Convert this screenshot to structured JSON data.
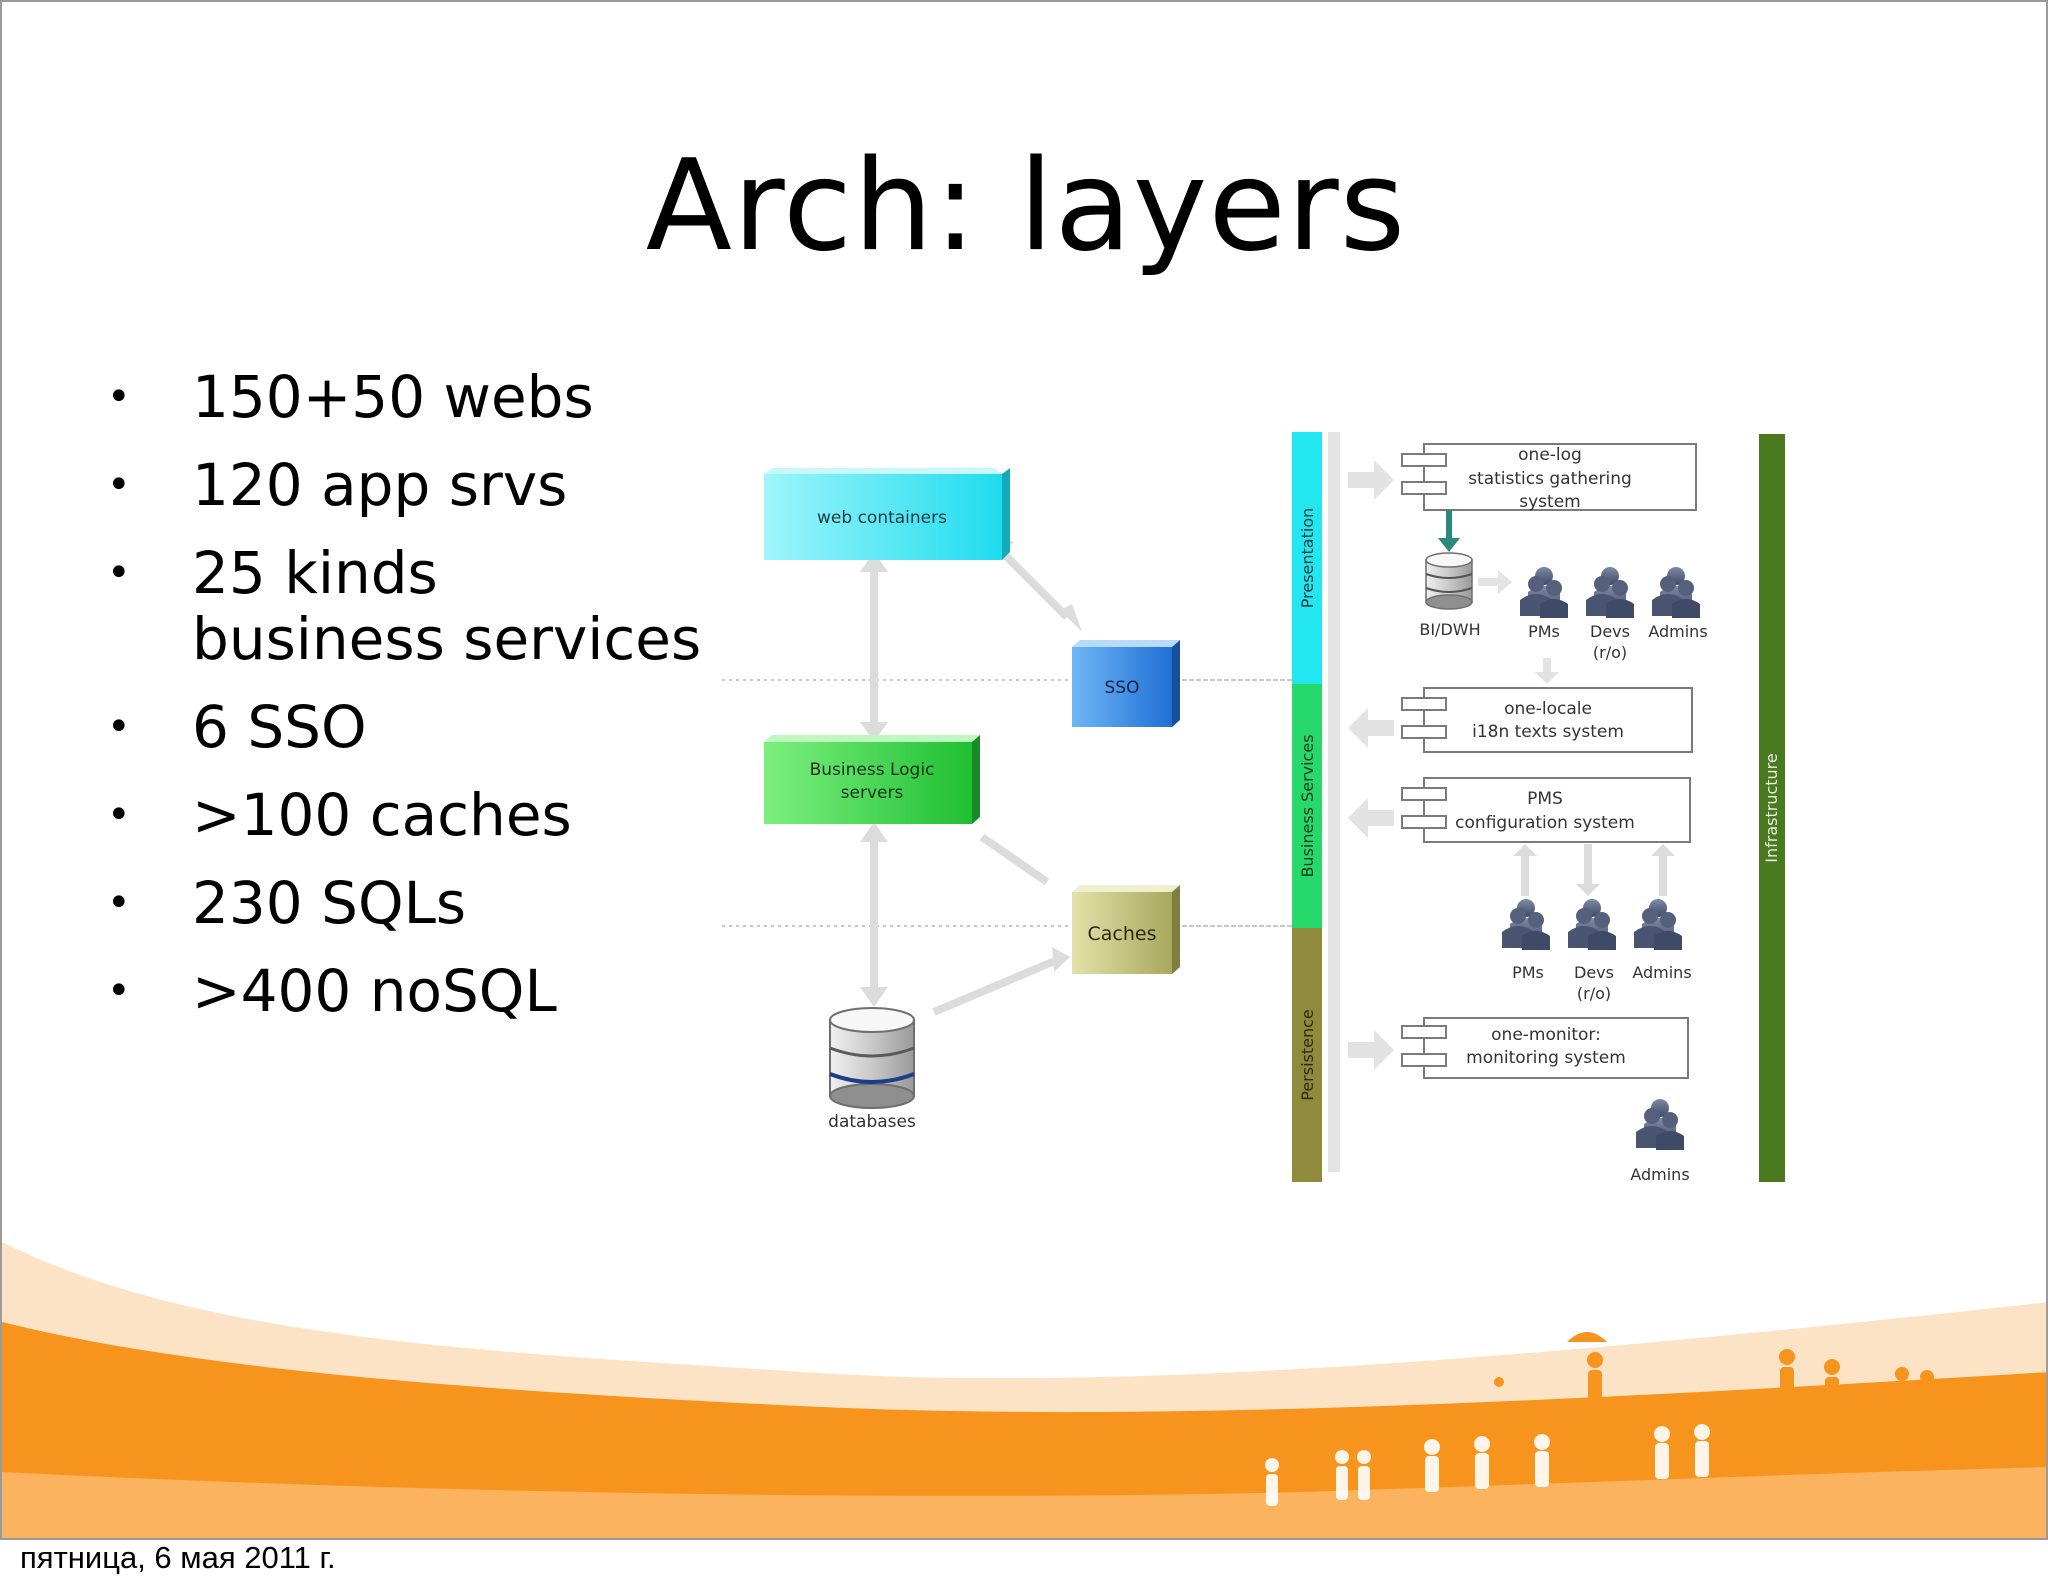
{
  "slide": {
    "title": "Arch: layers",
    "bullets": [
      "150+50 webs",
      "120 app srvs",
      "25 kinds\nbusiness services",
      "6 SSO",
      ">100 caches",
      "230 SQLs",
      ">400 noSQL"
    ],
    "bullet_char": "•"
  },
  "diagram": {
    "left": {
      "web_containers": "web containers",
      "sso": "SSO",
      "business_logic_1": "Business Logic",
      "business_logic_2": "servers",
      "caches": "Caches",
      "databases": "databases"
    },
    "layers": {
      "presentation": "Presentation",
      "business_services": "Business Services",
      "persistence": "Persistence",
      "infrastructure": "Infrastructure"
    },
    "systems": {
      "one_log_1": "one-log",
      "one_log_2": "statistics gathering",
      "one_log_3": "system",
      "bi_dwh": "BI/DWH",
      "pms_users": "PMs",
      "devs": "Devs",
      "devs_ro": "(r/o)",
      "admins": "Admins",
      "one_locale_1": "one-locale",
      "one_locale_2": "i18n texts system",
      "pms_1": "PMS",
      "pms_2": "configuration system",
      "one_monitor_1": "one-monitor:",
      "one_monitor_2": "monitoring system"
    },
    "colors": {
      "presentation": "#22e6f0",
      "business_services": "#27d86a",
      "persistence": "#8f8a3c",
      "infrastructure": "#4a7a1f",
      "web_containers": "#3fe3f2",
      "sso": "#2f7fdd",
      "business_logic": "#2dcf3f",
      "caches": "#b5b56a"
    }
  },
  "footer": {
    "date": "пятница, 6 мая 2011 г.",
    "accent": "#f7941d"
  }
}
